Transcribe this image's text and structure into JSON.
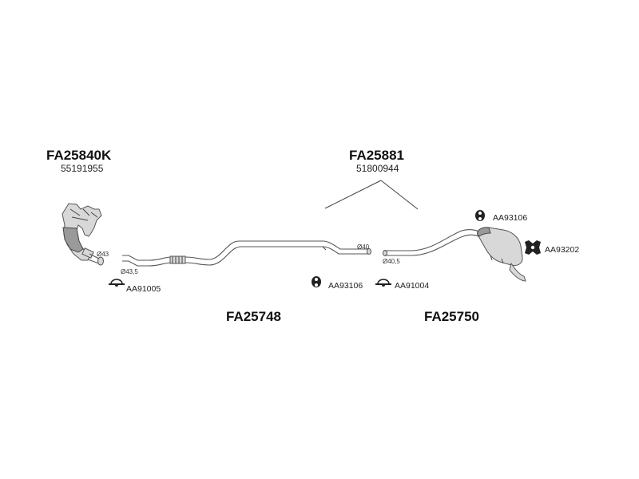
{
  "parts": {
    "manifold_cat": {
      "part_no": "FA25840K",
      "oem_no": "55191955"
    },
    "kit": {
      "part_no": "FA25881",
      "oem_no": "51800944"
    },
    "center_pipe": {
      "part_no": "FA25748"
    },
    "rear_silencer": {
      "part_no": "FA25750"
    }
  },
  "accessories": {
    "clamp_front": "AA91005",
    "hanger_center": "AA93106",
    "clamp_center": "AA91004",
    "hanger_rear": "AA93106",
    "bracket_rear": "AA93202"
  },
  "dimensions": {
    "d43": "Ø43",
    "d43_5": "Ø43,5",
    "d40": "Ø40",
    "d40_5": "Ø40,5"
  }
}
